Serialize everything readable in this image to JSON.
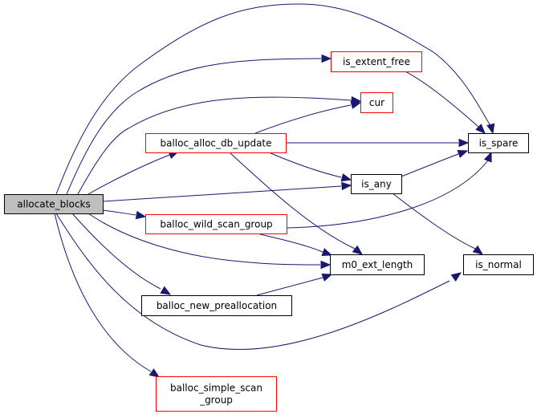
{
  "diagram": {
    "type": "call-graph",
    "root": "allocate_blocks",
    "colors": {
      "edge": "#191970",
      "root_fill": "#bfbfbf",
      "root_border": "#000000",
      "truncated_border": "#ff0000",
      "normal_border": "#000000",
      "node_fill": "#ffffff"
    },
    "nodes": [
      {
        "id": "allocate_blocks",
        "lines": [
          "allocate_blocks"
        ],
        "style": "root"
      },
      {
        "id": "balloc_alloc_db_update",
        "lines": [
          "balloc_alloc_db_update"
        ],
        "style": "truncated"
      },
      {
        "id": "is_extent_free",
        "lines": [
          "is_extent_free"
        ],
        "style": "truncated"
      },
      {
        "id": "cur",
        "lines": [
          "cur"
        ],
        "style": "truncated"
      },
      {
        "id": "is_spare",
        "lines": [
          "is_spare"
        ],
        "style": "normal"
      },
      {
        "id": "is_any",
        "lines": [
          "is_any"
        ],
        "style": "normal"
      },
      {
        "id": "balloc_wild_scan_group",
        "lines": [
          "balloc_wild_scan_group"
        ],
        "style": "truncated"
      },
      {
        "id": "m0_ext_length",
        "lines": [
          "m0_ext_length"
        ],
        "style": "normal"
      },
      {
        "id": "is_normal",
        "lines": [
          "is_normal"
        ],
        "style": "normal"
      },
      {
        "id": "balloc_new_preallocation",
        "lines": [
          "balloc_new_preallocation"
        ],
        "style": "normal"
      },
      {
        "id": "balloc_simple_scan_group",
        "lines": [
          "balloc_simple_scan",
          "_group"
        ],
        "style": "truncated"
      }
    ],
    "edges": [
      {
        "from": "allocate_blocks",
        "to": "is_spare"
      },
      {
        "from": "allocate_blocks",
        "to": "is_extent_free"
      },
      {
        "from": "allocate_blocks",
        "to": "cur"
      },
      {
        "from": "allocate_blocks",
        "to": "balloc_alloc_db_update"
      },
      {
        "from": "allocate_blocks",
        "to": "is_any"
      },
      {
        "from": "allocate_blocks",
        "to": "balloc_wild_scan_group"
      },
      {
        "from": "allocate_blocks",
        "to": "m0_ext_length"
      },
      {
        "from": "allocate_blocks",
        "to": "is_normal"
      },
      {
        "from": "allocate_blocks",
        "to": "balloc_new_preallocation"
      },
      {
        "from": "allocate_blocks",
        "to": "balloc_simple_scan_group"
      },
      {
        "from": "is_extent_free",
        "to": "is_spare"
      },
      {
        "from": "balloc_alloc_db_update",
        "to": "cur"
      },
      {
        "from": "balloc_alloc_db_update",
        "to": "is_spare"
      },
      {
        "from": "balloc_alloc_db_update",
        "to": "is_any"
      },
      {
        "from": "balloc_alloc_db_update",
        "to": "m0_ext_length"
      },
      {
        "from": "is_any",
        "to": "is_spare"
      },
      {
        "from": "is_any",
        "to": "is_normal"
      },
      {
        "from": "balloc_wild_scan_group",
        "to": "is_spare"
      },
      {
        "from": "balloc_wild_scan_group",
        "to": "m0_ext_length"
      },
      {
        "from": "balloc_new_preallocation",
        "to": "m0_ext_length"
      }
    ]
  }
}
